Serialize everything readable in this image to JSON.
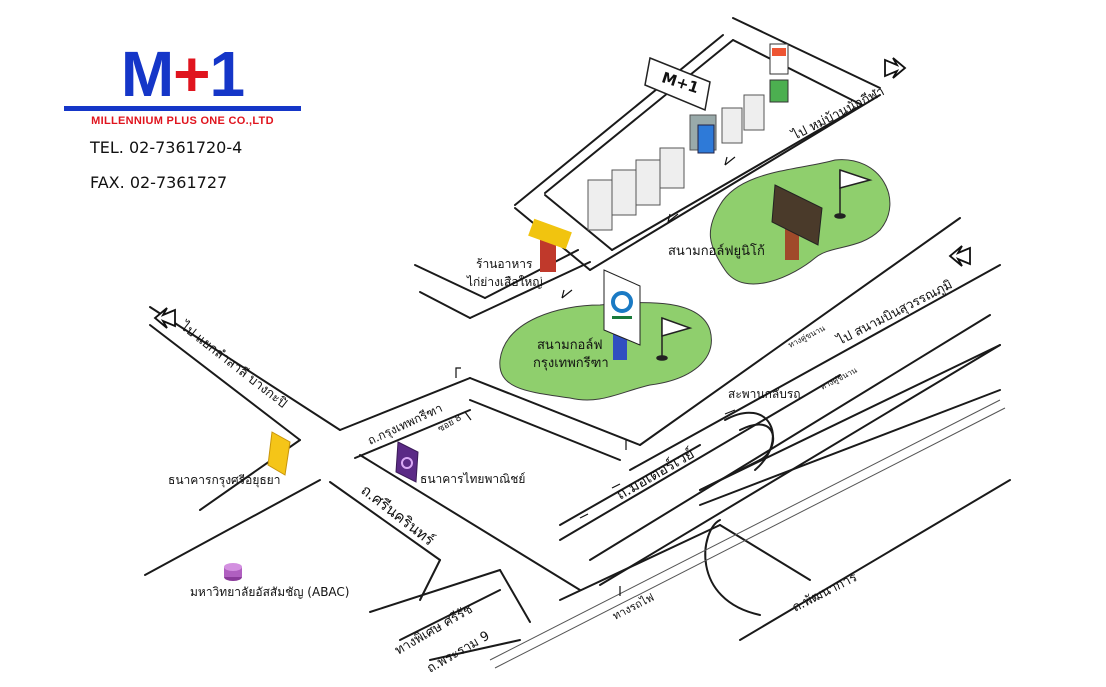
{
  "company": {
    "logo_m": "M",
    "logo_plus": "+",
    "logo_one": "1",
    "name": "MILLENNIUM PLUS ONE CO.,LTD",
    "tel": "TEL. 02-7361720-4",
    "fax": "FAX. 02-7361727"
  },
  "landmarks": {
    "m1_sign": "M+1",
    "restaurant": [
      "ร้านอาหาร",
      "ไก่ย่างเสือใหญ่"
    ],
    "golf_unico": "สนามกอล์ฟยูนิโก้",
    "golf_krungthep": [
      "สนามกอล์ฟ",
      "กรุงเทพกรีฑา"
    ],
    "bank_krungsri": "ธนาคารกรุงศรีอยุธยา",
    "bank_scb": "ธนาคารไทยพาณิชย์",
    "abac": "มหาวิทยาลัยอัสสัมชัญ (ABAC)",
    "overpass": "สะพานกลับรถ"
  },
  "roads": {
    "to_village": "ไป หมู่บ้านนักกีฬา",
    "to_airport": "ไป สนามบินสุวรรณภูมิ",
    "to_lamsali": "ไป แยกลำสาลี บางกะปิ",
    "krungthep_kreetha": "ถ.กรุงเทพกรีฑา",
    "soi8": "ซอย 8",
    "srinakarin": "ถ.ศรีนครินทร์",
    "motorway": "ถ.มอเตอร์เวย์",
    "expressway": "ทางพิเศษ ศรีรัช",
    "rama9": "ถ.พระราม 9",
    "railway": "ทางรถไฟ",
    "pattanakarn": "ถ.พัฒนาการ",
    "parallel_1": "ทางคู่ขนาน",
    "parallel_2": "ทางคู่ขนาน"
  },
  "colors": {
    "brand_blue": "#1536c8",
    "brand_red": "#e0141e",
    "golf_green": "#8fcf6d",
    "road_line": "#1a1a1a"
  }
}
